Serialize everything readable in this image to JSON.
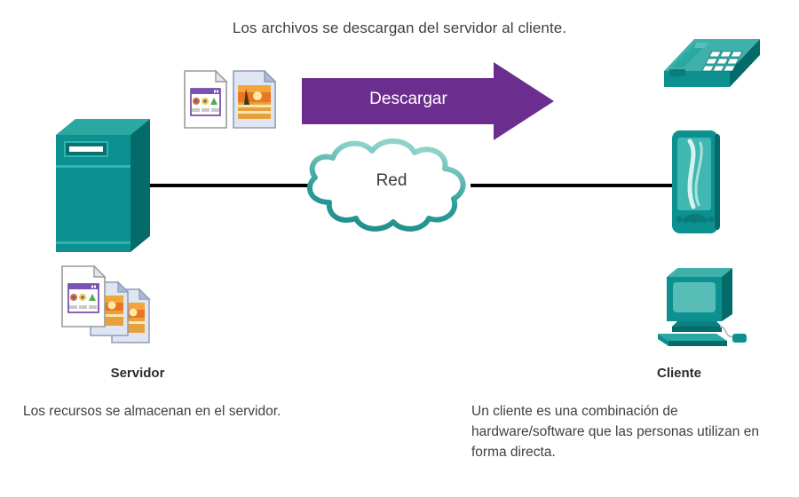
{
  "diagram": {
    "title": "Los archivos se descargan del servidor al cliente.",
    "flow_label": "Descargar",
    "network_label": "Red",
    "server": {
      "label": "Servidor",
      "caption": "Los recursos se almacenan en el servidor."
    },
    "client": {
      "label": "Cliente",
      "caption": "Un cliente es una combinación de hardware/software que las personas utilizan en forma directa."
    },
    "icons": [
      "server-tower-icon",
      "document-file-icon",
      "image-file-icon",
      "file-stack-icon",
      "network-cloud-icon",
      "download-arrow-icon",
      "ip-phone-icon",
      "pda-handheld-icon",
      "desktop-computer-icon"
    ],
    "colors": {
      "device_teal": "#0d9090",
      "device_teal_dark": "#046b6b",
      "device_teal_light": "#37b3ae",
      "arrow_purple": "#6b2d8e",
      "cloud_teal": "#2a9d98",
      "cloud_teal_light": "#7fc8c2",
      "wire_black": "#000000",
      "text_gray": "#404040",
      "background": "#ffffff"
    }
  }
}
